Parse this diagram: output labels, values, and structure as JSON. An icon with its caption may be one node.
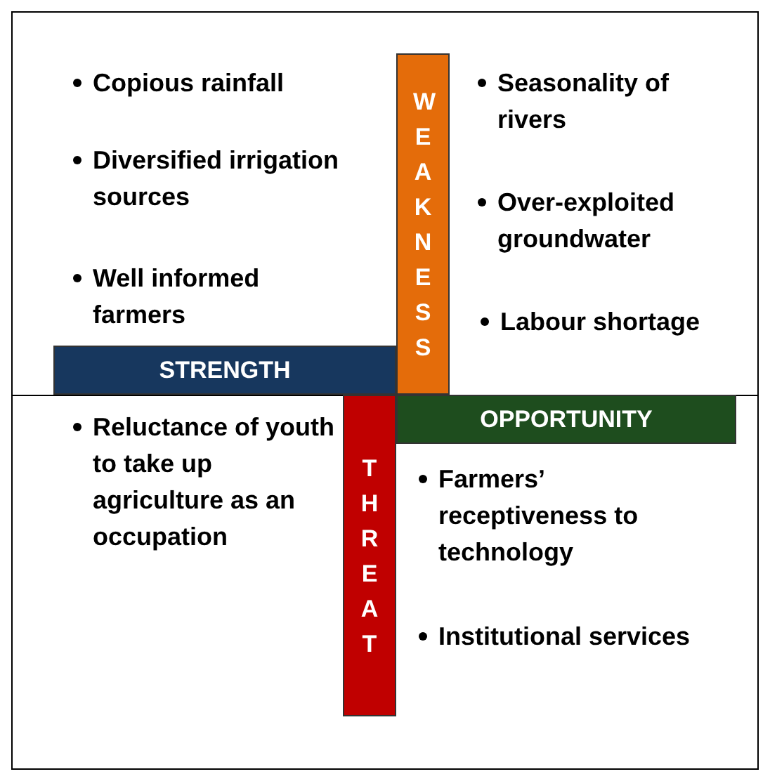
{
  "diagram": {
    "nodes": [
      {
        "text": [
          "WEAKNESS"
        ]
      },
      {
        "text": [
          "STRENGTH"
        ]
      },
      {
        "text": [
          "THREAT"
        ]
      },
      {
        "text": [
          "OPPORTUNITY"
        ]
      }
    ],
    "labels": [
      "Copious rainfall",
      "Seasonality of rivers",
      "Diversified irrigation sources",
      "Over-exploited groundwater",
      "Well informed farmers",
      "Labour shortage",
      "Reluctance of youth to take up agriculture as an occupation",
      "Farmers’ receptiveness to technology",
      "Institutional services"
    ]
  }
}
